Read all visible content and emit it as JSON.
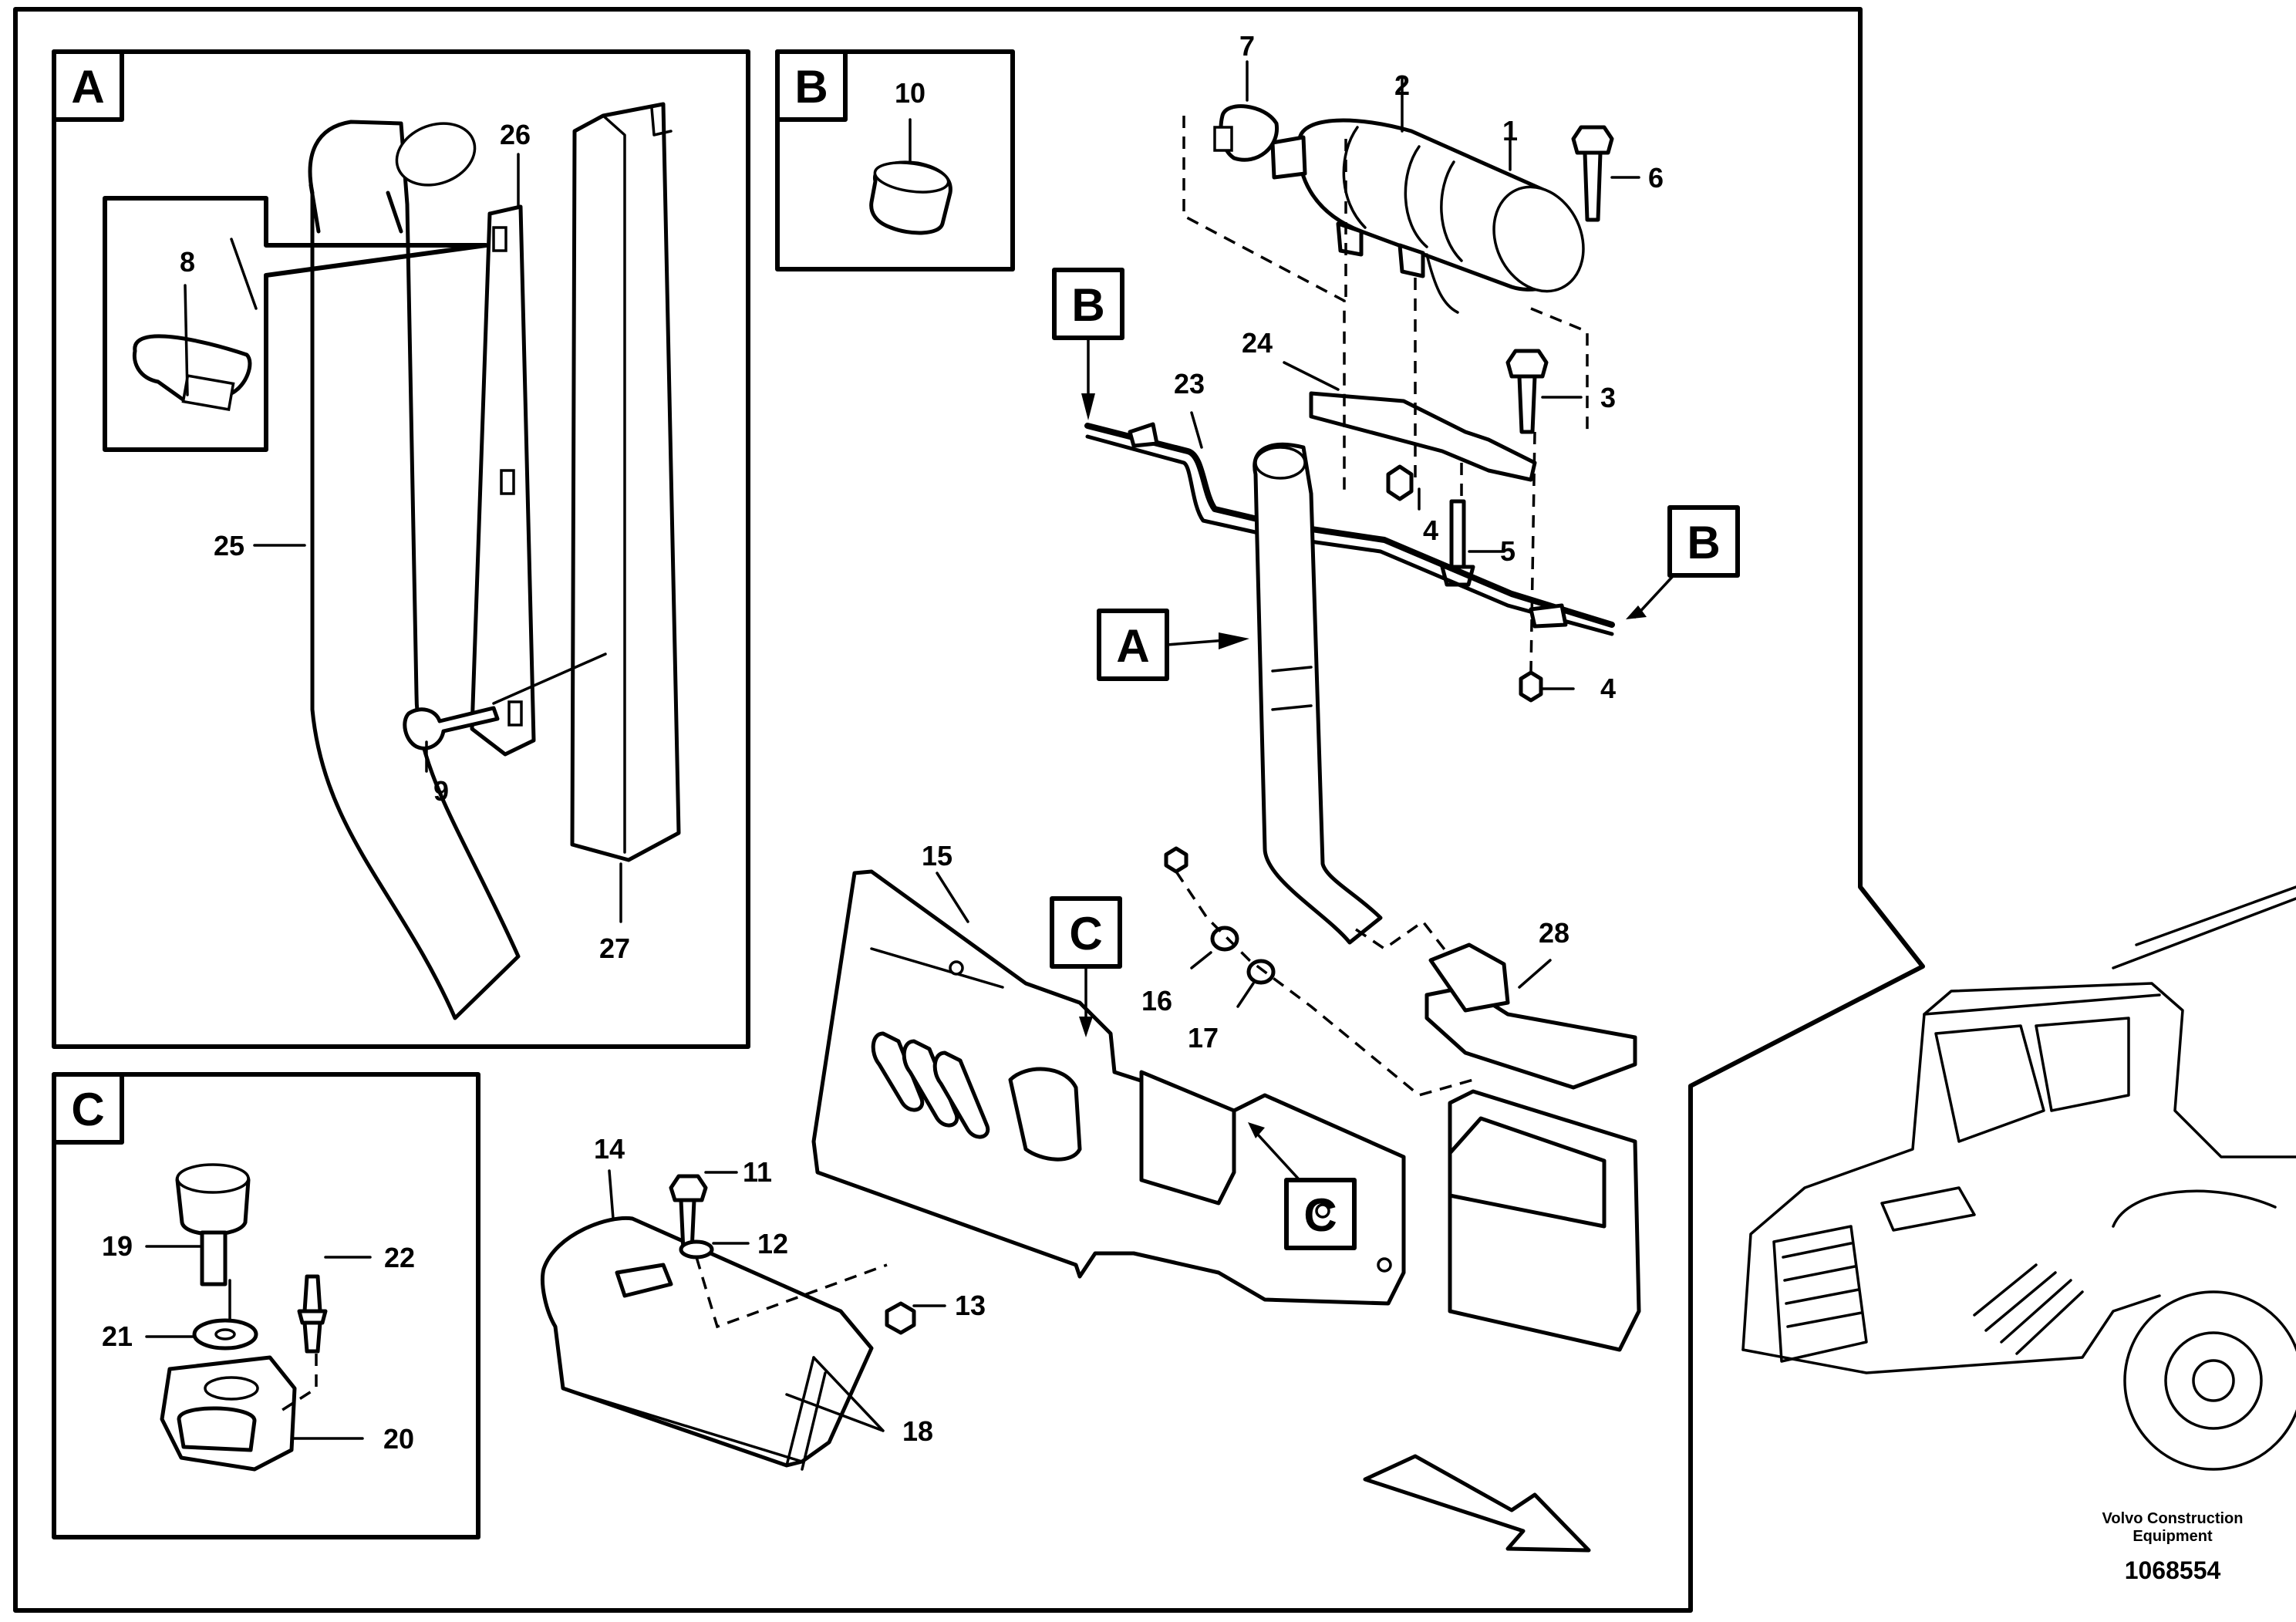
{
  "callouts": {
    "c1": "1",
    "c2": "2",
    "c3": "3",
    "c4a": "4",
    "c4b": "4",
    "c5": "5",
    "c6": "6",
    "c7": "7",
    "c8": "8",
    "c9": "9",
    "c10": "10",
    "c11": "11",
    "c12": "12",
    "c13": "13",
    "c14": "14",
    "c15": "15",
    "c16": "16",
    "c17": "17",
    "c18": "18",
    "c19": "19",
    "c20": "20",
    "c21": "21",
    "c22": "22",
    "c23": "23",
    "c24": "24",
    "c25": "25",
    "c26": "26",
    "c27": "27",
    "c28": "28"
  },
  "detail_labels": {
    "panel_a": "A",
    "panel_b": "B",
    "panel_c": "C",
    "tag_a": "A",
    "tag_b1": "B",
    "tag_b2": "B",
    "tag_c1": "C",
    "tag_c2": "C"
  },
  "footer": {
    "company_line1": "Volvo Construction",
    "company_line2": "Equipment",
    "document_number": "1068554"
  }
}
